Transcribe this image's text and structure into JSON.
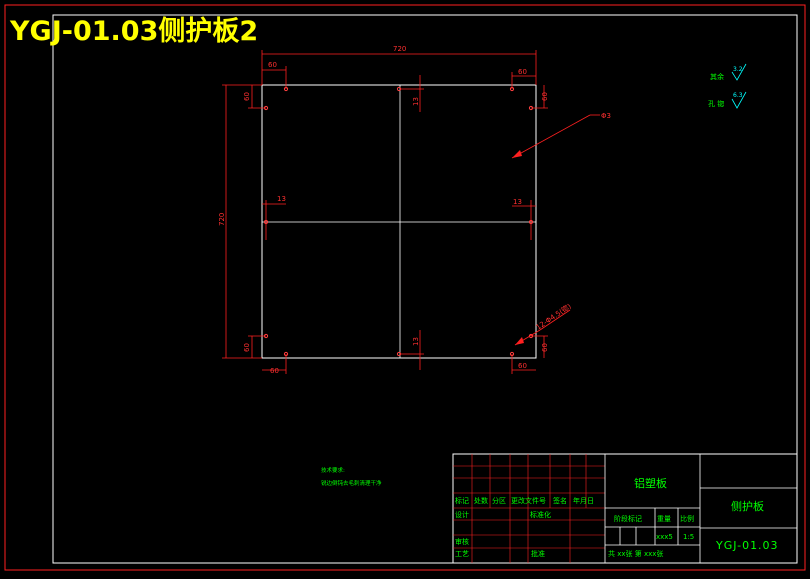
{
  "title": "YGJ-01.03侧护板2",
  "drawing": {
    "overall_dim": "720",
    "height_dim": "720",
    "edge_dim": "60",
    "offset_13": "13",
    "hole_callout_top": "Φ3",
    "hole_callout_bottom": "12-Φ4.5(锪)"
  },
  "roughness": {
    "row1_label": "其余",
    "row1_value": "3.2",
    "row2_label": "孔 锪",
    "row2_value": "6.3"
  },
  "tech_notes": {
    "heading": "技术要求:",
    "line1": "锐边倒钝去毛刺清理干净"
  },
  "title_block": {
    "material": "铝塑板",
    "part_name": "侧护板",
    "drawing_no": "YGJ-01.03",
    "hdr_mark": "标记",
    "hdr_count": "处数",
    "hdr_zone": "分区",
    "hdr_change_doc": "更改文件号",
    "hdr_sign": "签名",
    "hdr_date": "年月日",
    "design": "设计",
    "standardize": "标准化",
    "stage_mark": "阶段标记",
    "weight": "重量",
    "scale": "比例",
    "weight_val": "xxx5",
    "scale_val": "1:5",
    "review": "审核",
    "process": "工艺",
    "approve": "批准",
    "sheets": "共 xx张 第 xxx张"
  },
  "colors": {
    "background": "#000000",
    "title": "#ffff00",
    "dimension": "#ff0000",
    "text": "#00ff00",
    "annotation": "#00ffff",
    "outline": "#ffffff"
  }
}
